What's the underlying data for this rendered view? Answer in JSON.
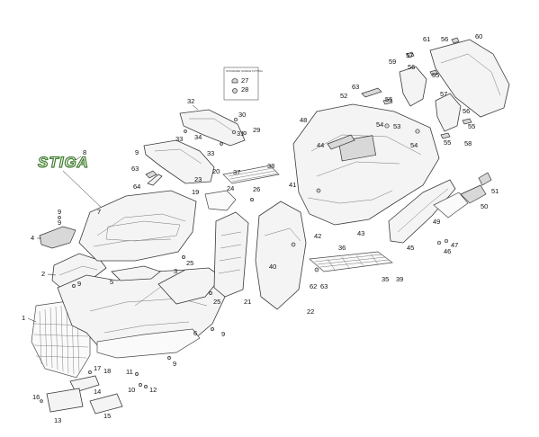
{
  "brand": {
    "logo_text": "STIGA",
    "logo_color": "#3f7d2f",
    "callout": "8"
  },
  "legend": {
    "text": "STANDARD SCREW FITTING",
    "callouts": [
      "27",
      "28"
    ]
  },
  "callouts": {
    "c1": "1",
    "c2": "2",
    "c3": "3",
    "c4": "4",
    "c5": "5",
    "c6": "6",
    "c7": "7",
    "c9a": "9",
    "c9b": "9",
    "c9c": "9",
    "c9d": "9",
    "c9e": "9",
    "c9f": "9",
    "c10": "10",
    "c11": "11",
    "c12": "12",
    "c13": "13",
    "c14": "14",
    "c15": "15",
    "c16": "16",
    "c17": "17",
    "c18": "18",
    "c19": "19",
    "c20": "20",
    "c21": "21",
    "c22": "22",
    "c23": "23",
    "c24": "24",
    "c25a": "25",
    "c25b": "25",
    "c26": "26",
    "c29": "29",
    "c30": "30",
    "c31": "31",
    "c32": "32",
    "c33a": "33",
    "c33b": "33",
    "c34": "34",
    "c35": "35",
    "c36": "36",
    "c37": "37",
    "c38": "38",
    "c39": "39",
    "c40": "40",
    "c41": "41",
    "c42": "42",
    "c43": "43",
    "c44": "44",
    "c45": "45",
    "c46": "46",
    "c47": "47",
    "c48": "48",
    "c49": "49",
    "c50": "50",
    "c51": "51",
    "c52": "52",
    "c53": "53",
    "c54a": "54",
    "c54b": "54",
    "c55a": "55",
    "c55b": "55",
    "c55c": "55",
    "c55d": "55",
    "c56a": "56",
    "c56b": "56",
    "c56c": "56",
    "c57a": "57",
    "c57b": "57",
    "c58": "58",
    "c59": "59",
    "c60": "60",
    "c61": "61",
    "c62": "62",
    "c63a": "63",
    "c63b": "63",
    "c63c": "63",
    "c64": "64"
  }
}
